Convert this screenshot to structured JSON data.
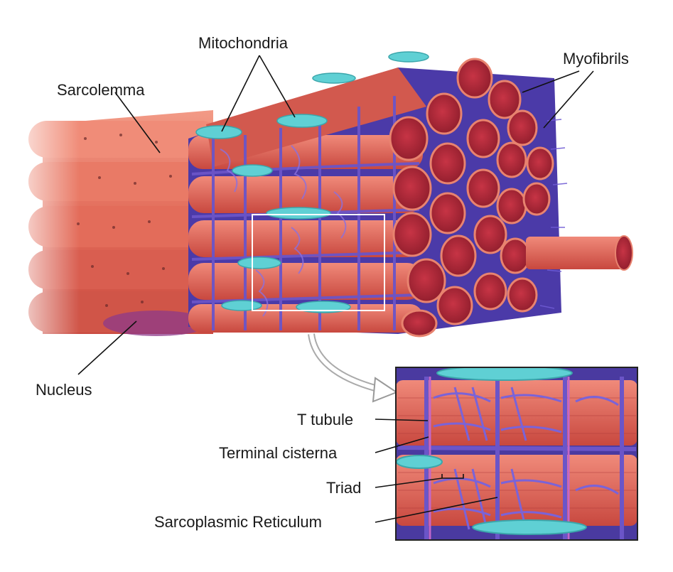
{
  "labels": {
    "mitochondria": "Mitochondria",
    "sarcolemma": "Sarcolemma",
    "myofibrils": "Myofibrils",
    "nucleus": "Nucleus",
    "t_tubule": "T tubule",
    "terminal_cisterna": "Terminal cisterna",
    "triad": "Triad",
    "sarcoplasmic_reticulum": "Sarcoplasmic Reticulum"
  },
  "colors": {
    "sarcolemma": "#e8735f",
    "myofibril_end": "#b52a3a",
    "myofibril_body": "#d9594f",
    "reticulum": "#6b55c8",
    "mitochondria": "#5fd0d4",
    "t_tubule": "#c267c9",
    "callout_frame": "#ffffff",
    "label_text": "#1a1a1a"
  }
}
